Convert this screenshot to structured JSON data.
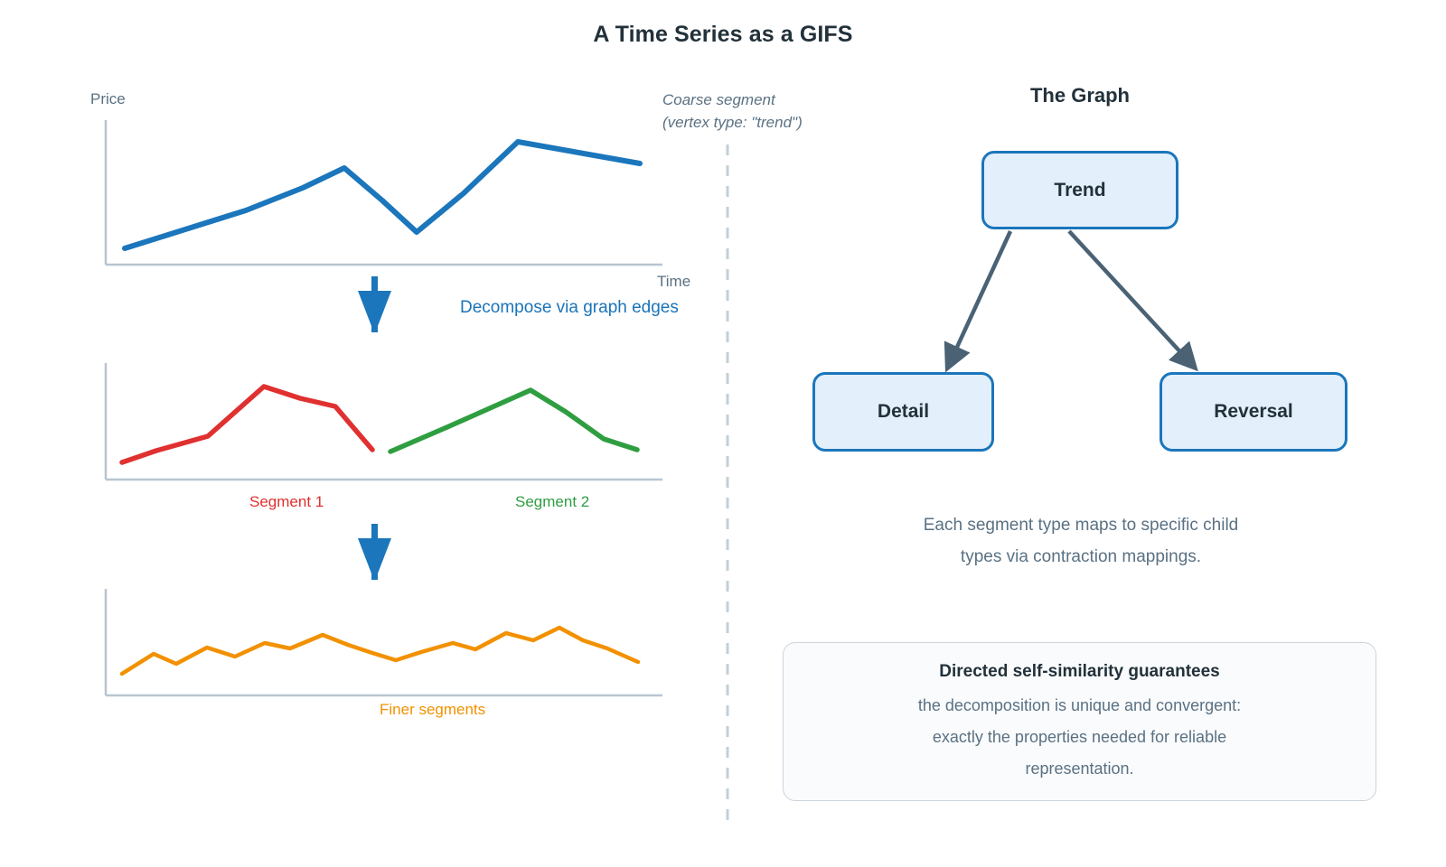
{
  "title": "A Time Series as a GIFS",
  "left_panel": {
    "price_axis_label": "Price",
    "time_axis_label": "Time",
    "coarse_note_line1": "Coarse segment",
    "coarse_note_line2": "(vertex type: \"trend\")",
    "decompose_label": "Decompose via graph edges",
    "segment1_caption": "Segment 1",
    "segment2_caption": "Segment 2",
    "finer_caption": "Finer segments",
    "arrow_down_1": "down-arrow",
    "arrow_down_2": "down-arrow"
  },
  "right_panel": {
    "graph_title": "The Graph",
    "nodes": [
      {
        "id": "trend",
        "label": "Trend"
      },
      {
        "id": "detail",
        "label": "Detail"
      },
      {
        "id": "reversal",
        "label": "Reversal"
      }
    ],
    "edges": [
      {
        "from": "trend",
        "to": "detail"
      },
      {
        "from": "trend",
        "to": "reversal"
      }
    ],
    "mapping_note": "Each segment type maps to specific child types via contraction mappings.",
    "callout_title": "Directed self-similarity guarantees",
    "callout_body": "the decomposition is unique and convergent: exactly the properties needed for reliable representation."
  },
  "colors": {
    "series_coarse": "#1b76bc",
    "series_segment1": "#e03030",
    "series_segment2": "#2f9e41",
    "series_finer": "#f29100",
    "axis": "#b7c5d0",
    "node_fill": "#e3f0fb",
    "node_border": "#1b76bc",
    "edge": "#4a6274",
    "divider": "#c3cfd8",
    "text_muted": "#5a7183",
    "text_dark": "#22313a"
  },
  "chart_data": [
    {
      "type": "line",
      "name": "coarse-series",
      "title": "",
      "xlabel": "Time",
      "ylabel": "Price",
      "grid": false,
      "legend": "none",
      "xlim": [
        0,
        100
      ],
      "ylim": [
        0,
        100
      ],
      "series": [
        {
          "name": "Coarse segment (trend)",
          "color": "#1b76bc",
          "points": [
            [
              0,
              12
            ],
            [
              22,
              48
            ],
            [
              42,
              70
            ],
            [
              52,
              88
            ],
            [
              60,
              60
            ],
            [
              68,
              30
            ],
            [
              78,
              62
            ],
            [
              90,
              93
            ],
            [
              100,
              75
            ]
          ]
        }
      ]
    },
    {
      "type": "line",
      "name": "segments-series",
      "title": "",
      "xlabel": "",
      "ylabel": "",
      "grid": false,
      "legend": "none",
      "xlim": [
        0,
        100
      ],
      "ylim": [
        0,
        100
      ],
      "series": [
        {
          "name": "Segment 1",
          "color": "#e03030",
          "points": [
            [
              0,
              14
            ],
            [
              10,
              28
            ],
            [
              20,
              47
            ],
            [
              29,
              73
            ],
            [
              38,
              62
            ],
            [
              46,
              56
            ],
            [
              56,
              24
            ]
          ]
        },
        {
          "name": "Segment 2",
          "color": "#2f9e41",
          "points": [
            [
              58,
              22
            ],
            [
              68,
              46
            ],
            [
              76,
              62
            ],
            [
              84,
              70
            ],
            [
              91,
              52
            ],
            [
              96,
              34
            ],
            [
              100,
              25
            ]
          ]
        }
      ]
    },
    {
      "type": "line",
      "name": "finer-series",
      "title": "",
      "xlabel": "",
      "ylabel": "",
      "grid": false,
      "legend": "none",
      "xlim": [
        0,
        100
      ],
      "ylim": [
        0,
        100
      ],
      "series": [
        {
          "name": "Finer segments",
          "color": "#f29100",
          "points": [
            [
              0,
              14
            ],
            [
              5,
              32
            ],
            [
              10,
              22
            ],
            [
              16,
              46
            ],
            [
              21,
              34
            ],
            [
              27,
              55
            ],
            [
              32,
              46
            ],
            [
              38,
              64
            ],
            [
              44,
              50
            ],
            [
              50,
              38
            ],
            [
              55,
              28
            ],
            [
              61,
              40
            ],
            [
              67,
              54
            ],
            [
              72,
              44
            ],
            [
              78,
              66
            ],
            [
              83,
              56
            ],
            [
              88,
              72
            ],
            [
              92,
              56
            ],
            [
              96,
              46
            ],
            [
              100,
              26
            ]
          ]
        }
      ]
    }
  ]
}
